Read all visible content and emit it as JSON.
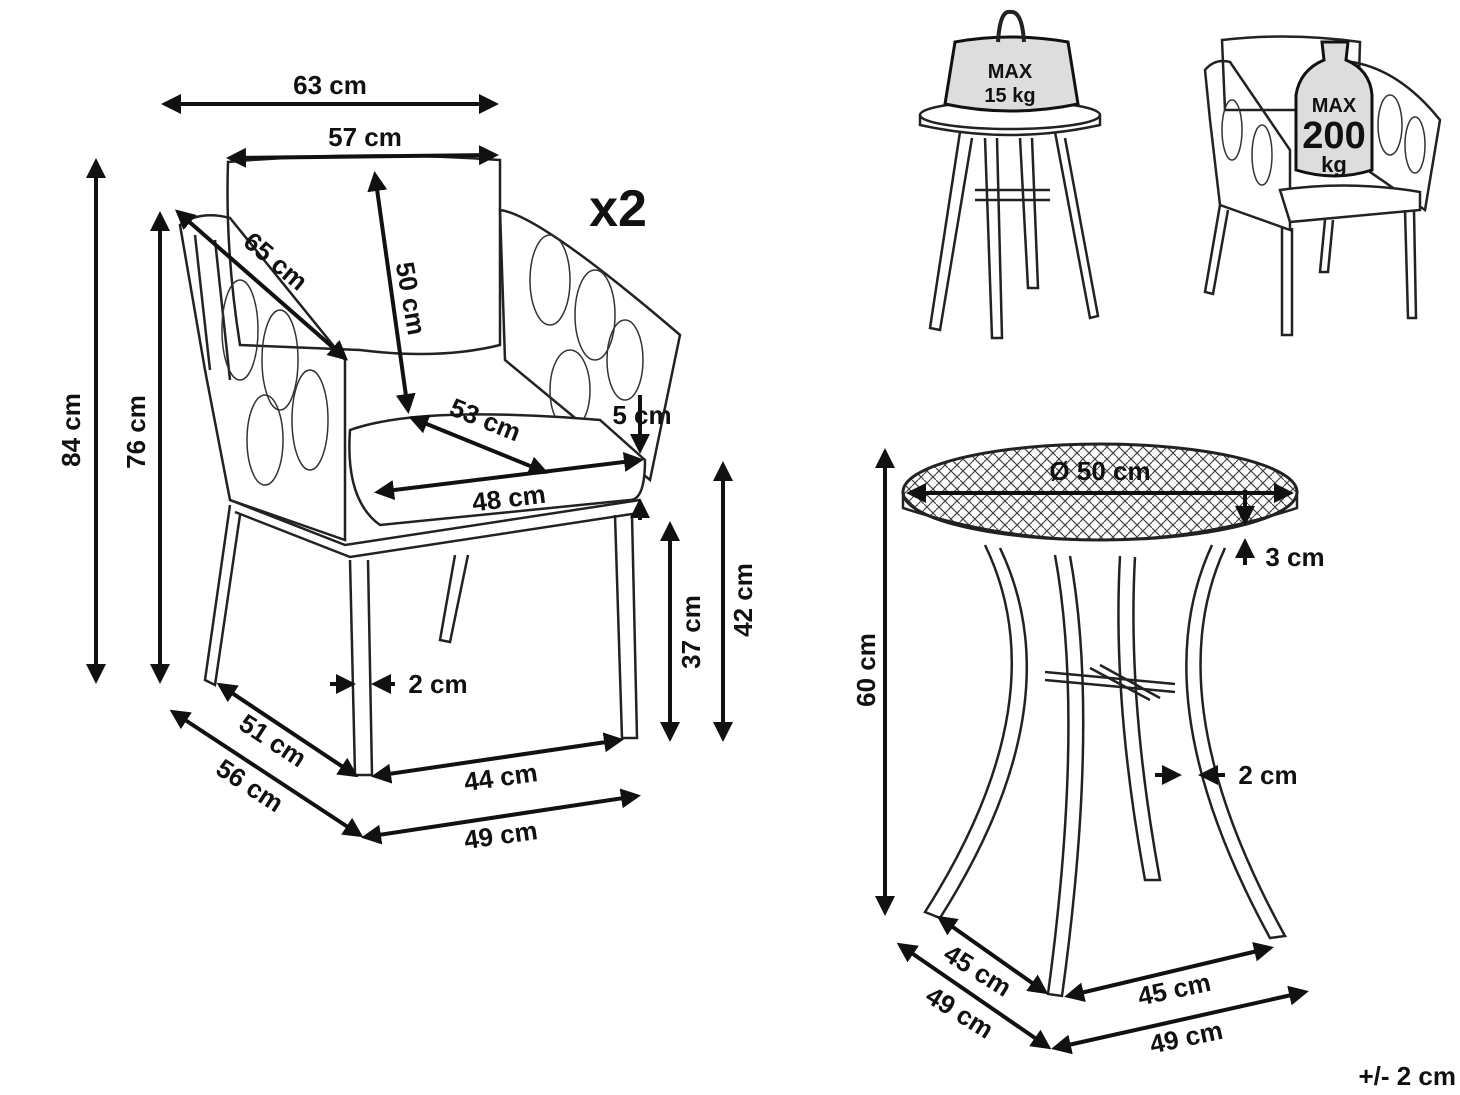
{
  "multiplier": "x2",
  "tolerance": "+/- 2 cm",
  "chair": {
    "max_load": {
      "line1": "MAX",
      "line2": "200",
      "line3": "kg"
    },
    "dimensions": {
      "overall_width": "63 cm",
      "inner_width": "57 cm",
      "back_height_cushion": "50 cm",
      "arm_depth": "65 cm",
      "total_height": "84 cm",
      "back_height": "76 cm",
      "seat_depth": "53 cm",
      "seat_width": "48 cm",
      "cushion_thickness": "5 cm",
      "seat_height": "42 cm",
      "leg_height": "37 cm",
      "leg_diameter": "2 cm",
      "leg_depth": "51 cm",
      "leg_width": "44 cm",
      "depth": "56 cm",
      "width": "49 cm"
    }
  },
  "table": {
    "max_load": {
      "line1": "MAX",
      "line2": "15 kg"
    },
    "dimensions": {
      "diameter": "Ø 50 cm",
      "top_thickness": "3 cm",
      "height": "60 cm",
      "leg_diameter": "2 cm",
      "leg_depth": "45 cm",
      "leg_width": "45 cm",
      "depth": "49 cm",
      "width": "49 cm"
    }
  }
}
